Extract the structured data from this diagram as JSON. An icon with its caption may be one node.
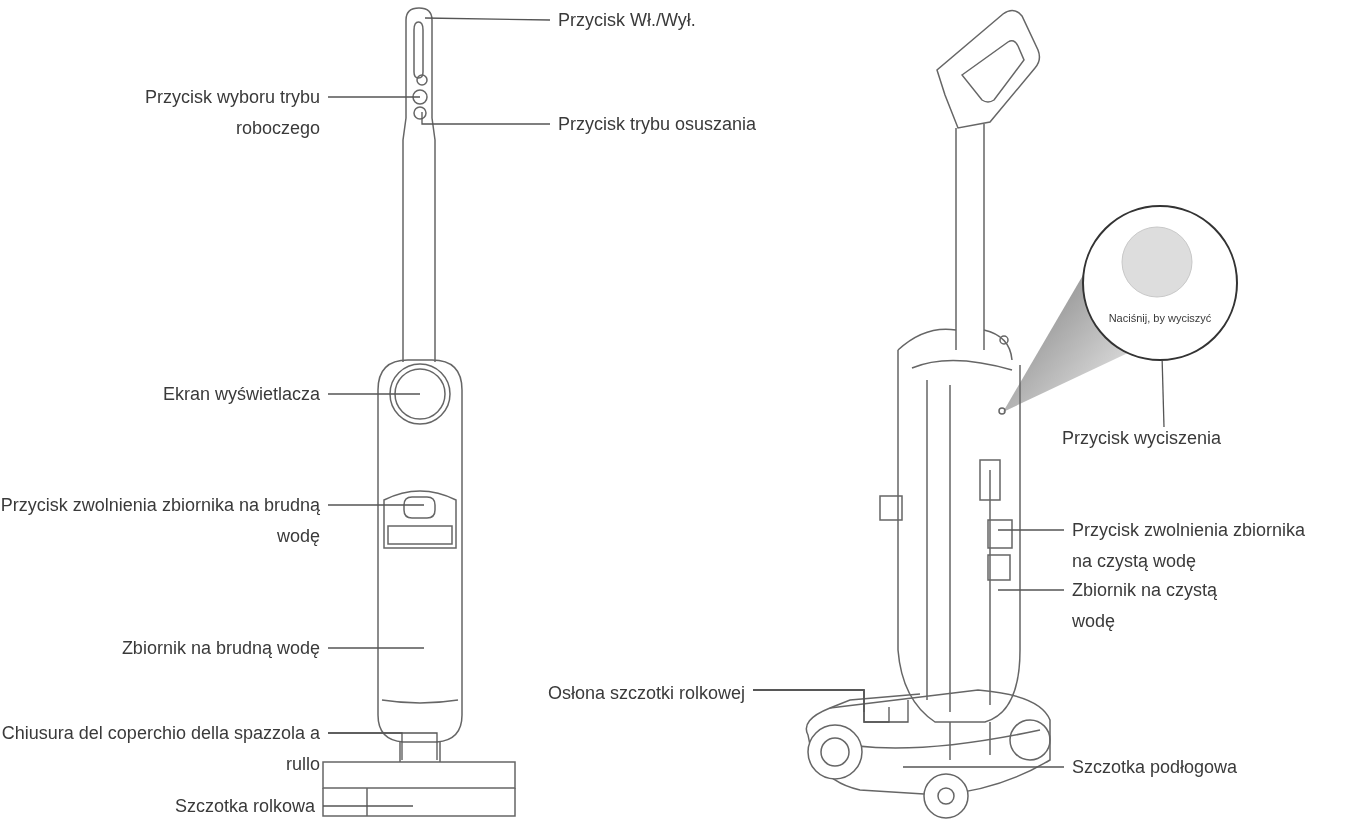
{
  "diagram": {
    "nodes": [
      {
        "text": [
          "Przycisk Wł./Wył."
        ]
      },
      {
        "text": [
          "Przycisk wyboru trybu roboczego"
        ]
      },
      {
        "text": [
          "Przycisk trybu osuszania"
        ]
      },
      {
        "text": [
          "Ekran wyświetlacza"
        ]
      },
      {
        "text": [
          "Przycisk zwolnienia zbiornika na brudną wodę"
        ]
      },
      {
        "text": [
          "Zbiornik na brudną wodę"
        ]
      },
      {
        "text": [
          "Chiusura del coperchio della spazzola a rullo"
        ]
      },
      {
        "text": [
          "Szczotka rolkowa"
        ]
      },
      {
        "text": [
          "Naciśnij, by wyciszyć"
        ]
      },
      {
        "text": [
          "Przycisk wyciszenia"
        ]
      },
      {
        "text": [
          "Przycisk zwolnienia zbiornika na czystą wodę"
        ]
      },
      {
        "text": [
          "Zbiornik na czystą wodę"
        ]
      },
      {
        "text": [
          "Osłona szczotki rolkowej"
        ]
      },
      {
        "text": [
          "Szczotka podłogowa"
        ]
      }
    ],
    "edges": [
      {
        "from": 0,
        "to": null,
        "arrow": "none"
      },
      {
        "from": 1,
        "to": null,
        "arrow": "none"
      },
      {
        "from": 2,
        "to": null,
        "arrow": "none"
      },
      {
        "from": 3,
        "to": null,
        "arrow": "none"
      },
      {
        "from": 4,
        "to": null,
        "arrow": "none"
      },
      {
        "from": 5,
        "to": null,
        "arrow": "none"
      },
      {
        "from": 6,
        "to": null,
        "arrow": "none"
      },
      {
        "from": 6,
        "to": null,
        "arrow": "none"
      },
      {
        "from": 7,
        "to": null,
        "arrow": "none"
      },
      {
        "from": 9,
        "to": 8,
        "arrow": "none"
      },
      {
        "from": 10,
        "to": null,
        "arrow": "none"
      },
      {
        "from": 11,
        "to": null,
        "arrow": "none"
      },
      {
        "from": 12,
        "to": null,
        "arrow": "none"
      },
      {
        "from": 12,
        "to": null,
        "arrow": "none"
      },
      {
        "from": 12,
        "to": null,
        "arrow": "none"
      },
      {
        "from": 13,
        "to": null,
        "arrow": "none"
      }
    ]
  }
}
